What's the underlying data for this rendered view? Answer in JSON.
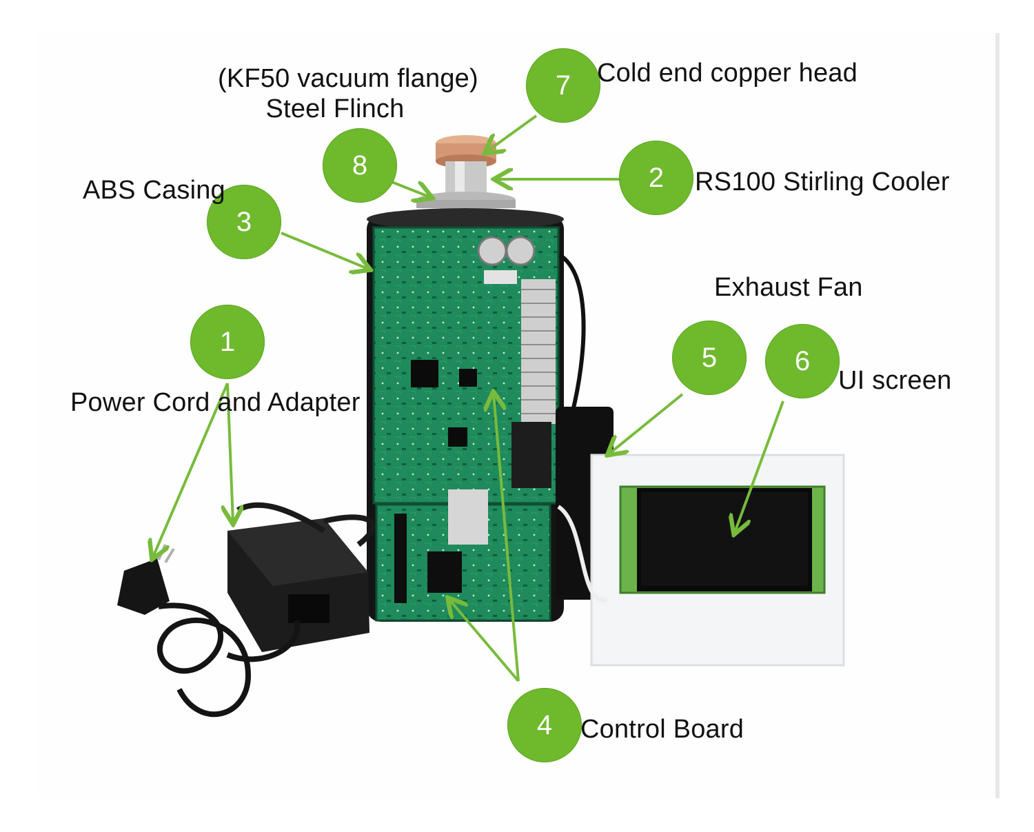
{
  "colors": {
    "accent_green": "#6fb92d",
    "arrow_green": "#78bb3c",
    "board_green": "#1f8a5b",
    "housing_black": "#141414",
    "copper": "#d9a07a"
  },
  "callouts": [
    {
      "number": "1",
      "label": "Power Cord and Adapter"
    },
    {
      "number": "2",
      "label": "RS100 Stirling Cooler"
    },
    {
      "number": "3",
      "label": "ABS Casing"
    },
    {
      "number": "4",
      "label": "Control Board"
    },
    {
      "number": "5",
      "label": "Exhaust Fan"
    },
    {
      "number": "6",
      "label": "UI screen"
    },
    {
      "number": "7",
      "label": "Cold end copper head"
    },
    {
      "number": "8",
      "label_line1": "(KF50 vacuum flange)",
      "label_line2": "Steel Flinch"
    }
  ]
}
